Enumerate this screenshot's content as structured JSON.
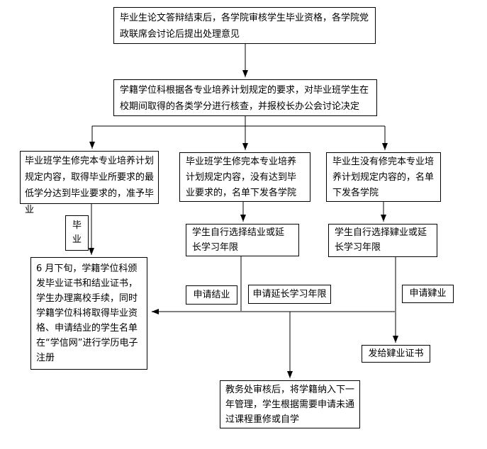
{
  "flowchart": {
    "nodes": {
      "defense_review": {
        "text": "毕业生论文答辩结束后，各学院审核学生毕业资格，各学院党政联席会讨论后提出处理意见"
      },
      "credit_check": {
        "text": "学籍学位科根据各专业培养计划规定的要求，对毕业班学生在校期间取得的各类学分进行核查，并报校长办公会讨论决定"
      },
      "qualified": {
        "text": "毕业班学生修完本专业培养计划规定内容，取得毕业所要求的最低学分达到毕业要求的，准予毕业"
      },
      "not_meeting": {
        "text": "毕业班学生修完本专业培养计划规定内容，没有达到毕业要求的，名单下发各学院"
      },
      "not_completed": {
        "text": "毕业生没有修完本专业培养计划规定内容的，名单下发各学院"
      },
      "graduate_label": {
        "text": "毕业"
      },
      "certificate_issue": {
        "text": "6 月下旬，学籍学位科颁发毕业证书和结业证书，学生办理离校手续，同时学籍学位科将取得毕业资格、申请结业的学生名单在“学信网”进行学历电子注册"
      },
      "choose_jieye_or_extend": {
        "text": "学生自行选择结业或延长学习年限"
      },
      "choose_yiye_or_extend": {
        "text": "学生自行选择肄业或延长学习年限"
      },
      "apply_jieye": {
        "text": "申请结业"
      },
      "apply_extend": {
        "text": "申请延长学习年限"
      },
      "apply_yiye": {
        "text": "申请肄业"
      },
      "issue_yiye_certificate": {
        "text": "发给肄业证书"
      },
      "academic_affairs_review": {
        "text": "教务处审核后，将学籍纳入下一年管理，学生根据需要申请未通过课程重修或自学"
      }
    },
    "colors": {
      "line": "#000000",
      "merge_line": "#808080",
      "border": "#000000",
      "background": "#ffffff",
      "text": "#000000"
    }
  }
}
